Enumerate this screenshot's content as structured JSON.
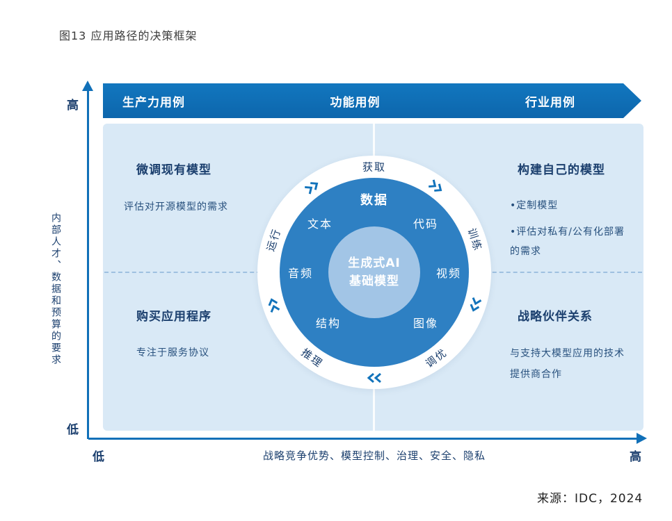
{
  "figure": {
    "title": "图13 应用路径的决策框架",
    "source": "来源：IDC，2024"
  },
  "axes": {
    "y": {
      "high": "高",
      "low": "低",
      "label": "内部人才、数据和预算的要求"
    },
    "x": {
      "low": "低",
      "high": "高",
      "label": "战略竞争优势、模型控制、治理、安全、隐私"
    }
  },
  "header": {
    "items": [
      "生产力用例",
      "功能用例",
      "行业用例"
    ]
  },
  "quadrants": {
    "top_left": {
      "title": "微调现有模型",
      "desc": "评估对开源模型的需求"
    },
    "top_right": {
      "title": "构建自己的模型",
      "bullets": [
        "•定制模型",
        "•评估对私有/公有化部署的需求"
      ]
    },
    "bottom_left": {
      "title": "购买应用程序",
      "desc": "专注于服务协议"
    },
    "bottom_right": {
      "title": "战略伙伴关系",
      "desc": "与支持大模型应用的技术提供商合作"
    }
  },
  "cycle": {
    "stages": [
      "获取",
      "训练",
      "调优",
      "推理",
      "运行"
    ]
  },
  "modalities": [
    "数据",
    "文本",
    "代码",
    "音频",
    "视频",
    "结构",
    "图像"
  ],
  "core": {
    "line1": "生成式AI",
    "line2": "基础模型"
  },
  "colors": {
    "primary": "#1170b8",
    "panel": "#d9e9f6",
    "ring_blue": "#2e80c3",
    "inner_circle": "#a2c5e6",
    "navy_text": "#1b3f6e"
  }
}
